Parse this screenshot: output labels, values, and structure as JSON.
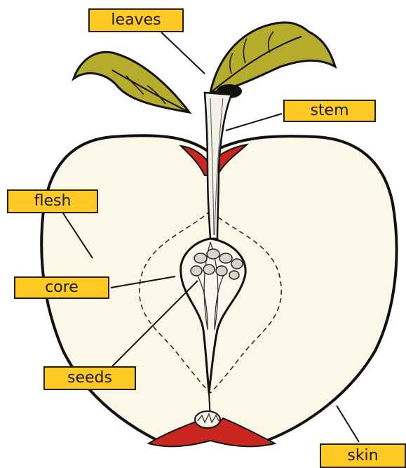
{
  "labels": {
    "leaves": "leaves",
    "stem": "stem",
    "flesh": "flesh",
    "core": "core",
    "seeds": "seeds",
    "skin": "skin"
  },
  "colors": {
    "label_fill": "#ffc926",
    "leaf": "#b6ac2c",
    "flesh": "#fcf8e8",
    "peel_red": "#c8261e",
    "outline": "#111111"
  }
}
